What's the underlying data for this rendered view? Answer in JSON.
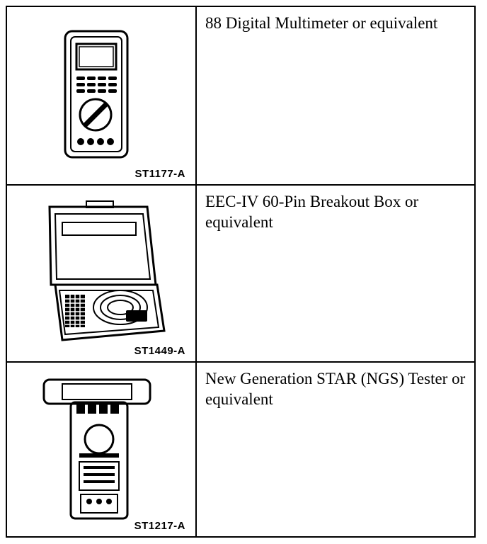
{
  "tools": [
    {
      "description": "88 Digital Multimeter or equivalent",
      "figure_code": "ST1177-A",
      "icon": "multimeter-icon"
    },
    {
      "description": "EEC-IV 60-Pin Breakout Box or equivalent",
      "figure_code": "ST1449-A",
      "icon": "breakout-box-icon"
    },
    {
      "description": "New Generation STAR (NGS) Tester or equivalent",
      "figure_code": "ST1217-A",
      "icon": "ngs-tester-icon"
    }
  ]
}
